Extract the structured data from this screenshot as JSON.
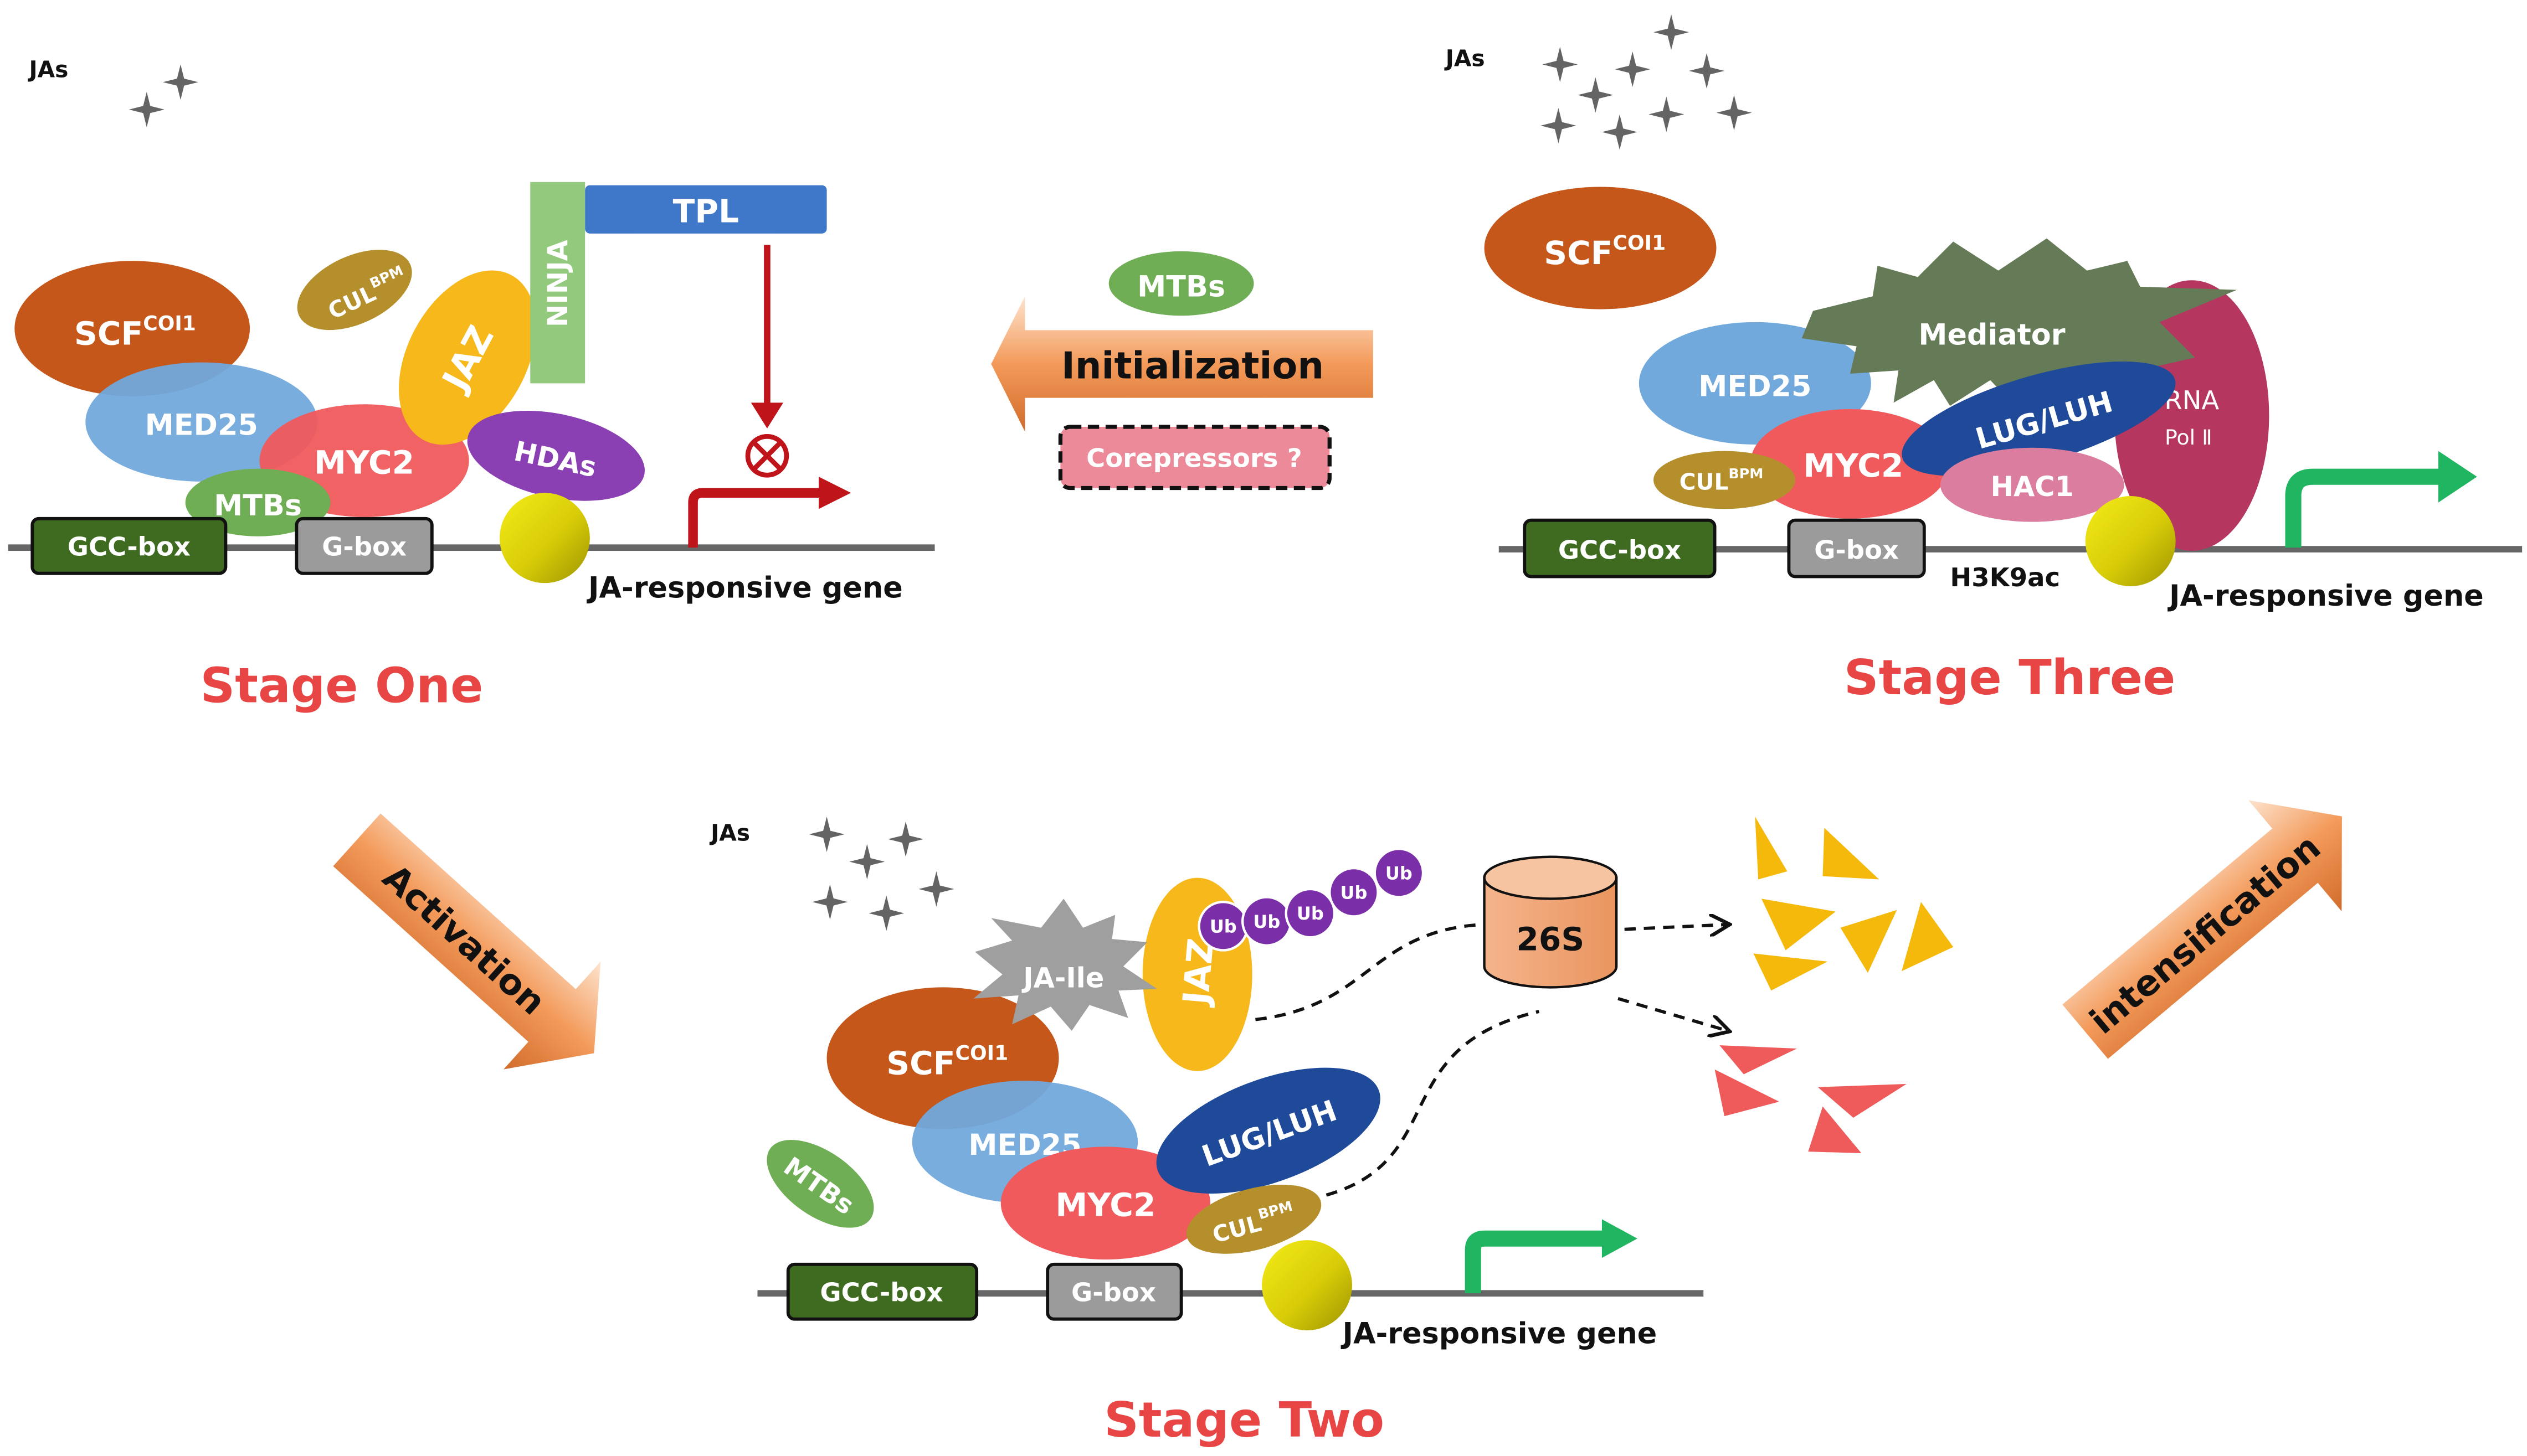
{
  "stage_one": {
    "title": "Stage One",
    "jas": "JAs",
    "scf": "SCF",
    "coi1": "COI1",
    "cul": "CUL",
    "bpm": "BPM",
    "med25": "MED25",
    "myc2": "MYC2",
    "mtbs": "MTBs",
    "jaz": "JAZ",
    "ninja": "NINJA",
    "tpl": "TPL",
    "hdas": "HDAs",
    "gcc_box": "GCC-box",
    "g_box": "G-box",
    "gene": "JA-responsive gene"
  },
  "stage_two": {
    "title": "Stage Two",
    "jas": "JAs",
    "ja_ile": "JA-Ile",
    "jaz": "JAZ",
    "ub": "Ub",
    "proteasome": "26S",
    "scf": "SCF",
    "coi1": "COI1",
    "med25": "MED25",
    "myc2": "MYC2",
    "mtbs": "MTBs",
    "lug_luh": "LUG/LUH",
    "cul": "CUL",
    "bpm": "BPM",
    "gcc_box": "GCC-box",
    "g_box": "G-box",
    "gene": "JA-responsive gene"
  },
  "stage_three": {
    "title": "Stage Three",
    "jas": "JAs",
    "scf": "SCF",
    "coi1": "COI1",
    "mediator": "Mediator",
    "med25": "MED25",
    "lug_luh": "LUG/LUH",
    "rna": "RNA",
    "pol": "Pol Ⅱ",
    "myc2": "MYC2",
    "cul": "CUL",
    "bpm": "BPM",
    "hac1": "HAC1",
    "gcc_box": "GCC-box",
    "g_box": "G-box",
    "h3k9ac": "H3K9ac",
    "gene": "JA-responsive gene"
  },
  "transitions": {
    "activation": "Activation",
    "initialization": "Initialization",
    "intensification": "intensification",
    "mtbs": "MTBs",
    "corepressors": "Corepressors ?"
  },
  "colors": {
    "stage_title": "#e84545",
    "scf": "#c5571b",
    "med25": "#71a9dc",
    "myc2": "#f05a5c",
    "mtbs": "#6fae55",
    "cul": "#b58f2c",
    "jaz": "#f6b81a",
    "ninja": "#93c97c",
    "tpl": "#3f78c8",
    "hdas": "#8a3fb3",
    "gcc_box": "#3f6b21",
    "g_box": "#9b9b9b",
    "mediator": "#657a57",
    "lug_luh": "#1f4a9a",
    "hac1": "#db7d9f",
    "rna_pol": "#b5365f",
    "ub": "#7a2fa8",
    "proteasome": "#f1ae86",
    "repressor_arrow": "#c0141b",
    "gene_arrow": "#20b560",
    "jaz_fragments": "#f5b90c",
    "myc2_fragments": "#ef5b5b",
    "transition_arrow": "#ec8d4a",
    "jas_star": "#646464"
  },
  "icons": [
    "jas-star-icon",
    "transcription-arrow-icon",
    "repression-marker-icon",
    "proteasome-icon",
    "degradation-arrow-icon"
  ]
}
